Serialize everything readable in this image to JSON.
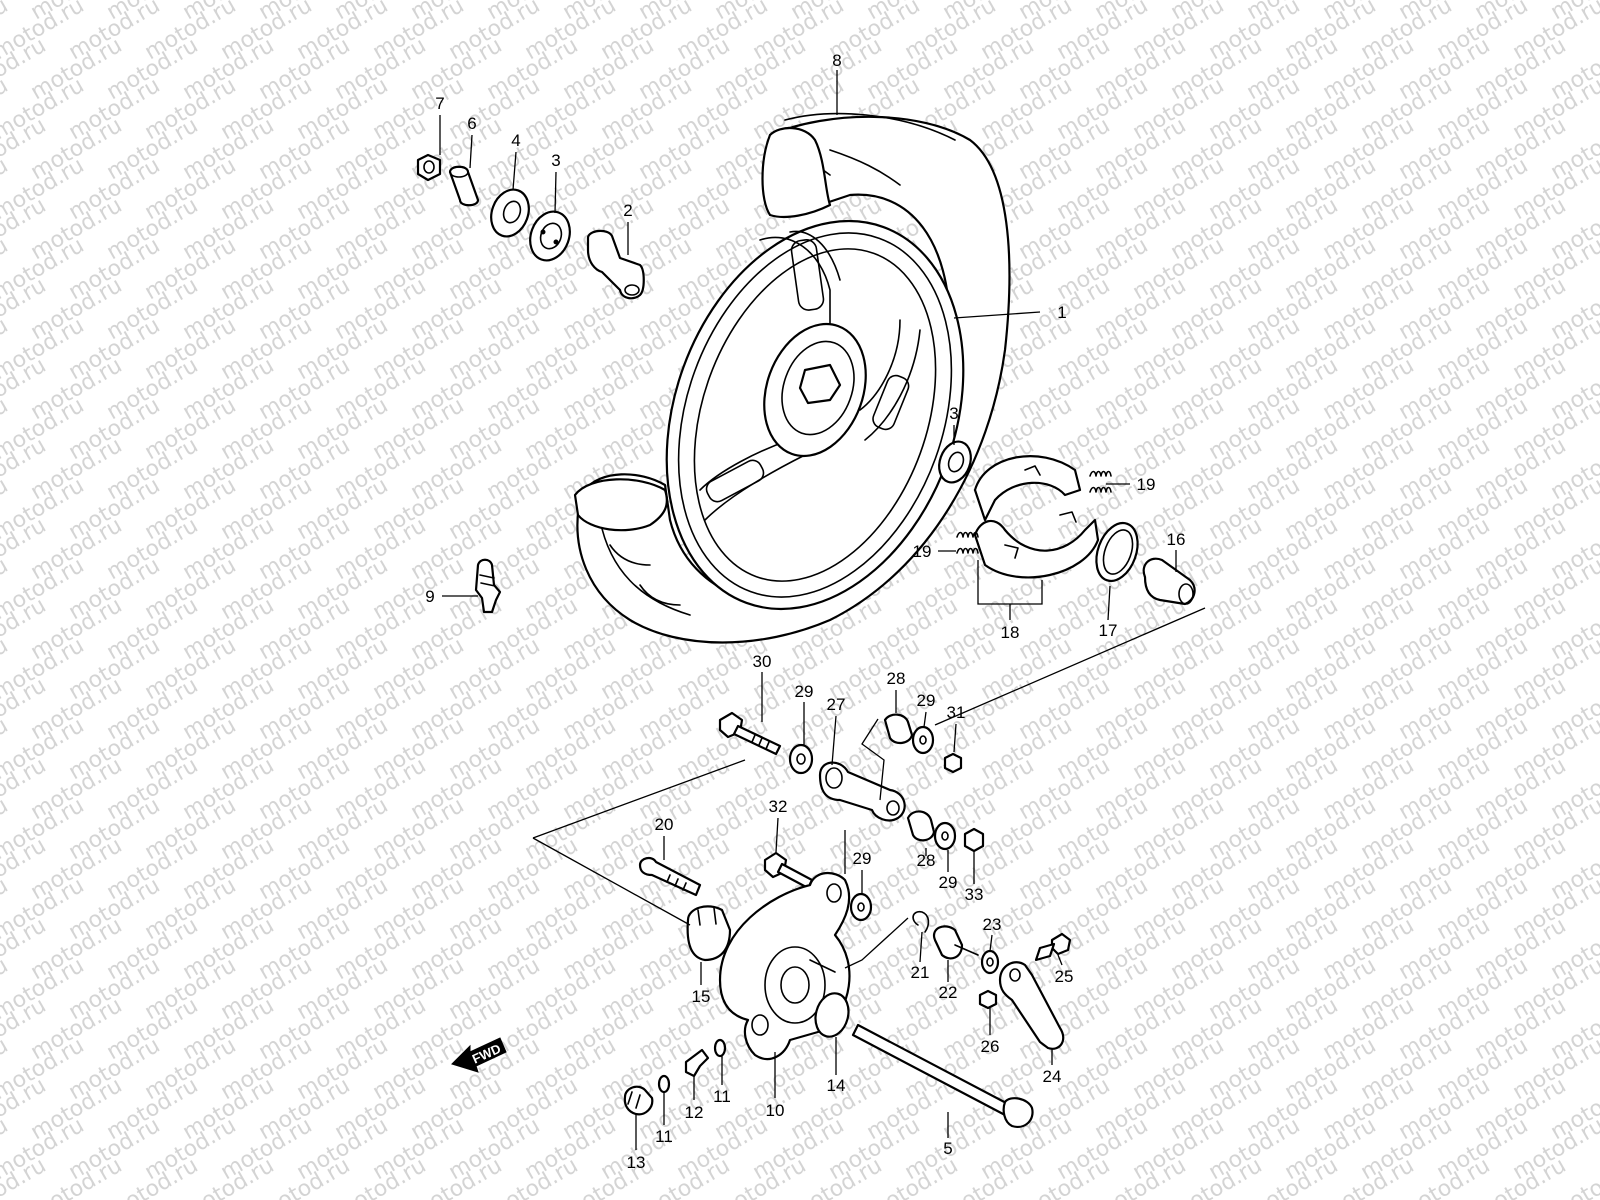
{
  "watermark": {
    "text": "motod.ru",
    "color": "#d4d4d4"
  },
  "fwd_label": "FWD",
  "callouts": [
    {
      "id": "1",
      "text": "1"
    },
    {
      "id": "2",
      "text": "2"
    },
    {
      "id": "3a",
      "text": "3"
    },
    {
      "id": "3b",
      "text": "3"
    },
    {
      "id": "4",
      "text": "4"
    },
    {
      "id": "5",
      "text": "5"
    },
    {
      "id": "6",
      "text": "6"
    },
    {
      "id": "7",
      "text": "7"
    },
    {
      "id": "8",
      "text": "8"
    },
    {
      "id": "9",
      "text": "9"
    },
    {
      "id": "10",
      "text": "10"
    },
    {
      "id": "11a",
      "text": "11"
    },
    {
      "id": "11b",
      "text": "11"
    },
    {
      "id": "12",
      "text": "12"
    },
    {
      "id": "13",
      "text": "13"
    },
    {
      "id": "14",
      "text": "14"
    },
    {
      "id": "15",
      "text": "15"
    },
    {
      "id": "16",
      "text": "16"
    },
    {
      "id": "17",
      "text": "17"
    },
    {
      "id": "18",
      "text": "18"
    },
    {
      "id": "19a",
      "text": "19"
    },
    {
      "id": "19b",
      "text": "19"
    },
    {
      "id": "20",
      "text": "20"
    },
    {
      "id": "21",
      "text": "21"
    },
    {
      "id": "22",
      "text": "22"
    },
    {
      "id": "23",
      "text": "23"
    },
    {
      "id": "24",
      "text": "24"
    },
    {
      "id": "25",
      "text": "25"
    },
    {
      "id": "26",
      "text": "26"
    },
    {
      "id": "27",
      "text": "27"
    },
    {
      "id": "28a",
      "text": "28"
    },
    {
      "id": "28b",
      "text": "28"
    },
    {
      "id": "29a",
      "text": "29"
    },
    {
      "id": "29b",
      "text": "29"
    },
    {
      "id": "29c",
      "text": "29"
    },
    {
      "id": "29d",
      "text": "29"
    },
    {
      "id": "30",
      "text": "30"
    },
    {
      "id": "31",
      "text": "31"
    },
    {
      "id": "32",
      "text": "32"
    },
    {
      "id": "33",
      "text": "33"
    }
  ]
}
